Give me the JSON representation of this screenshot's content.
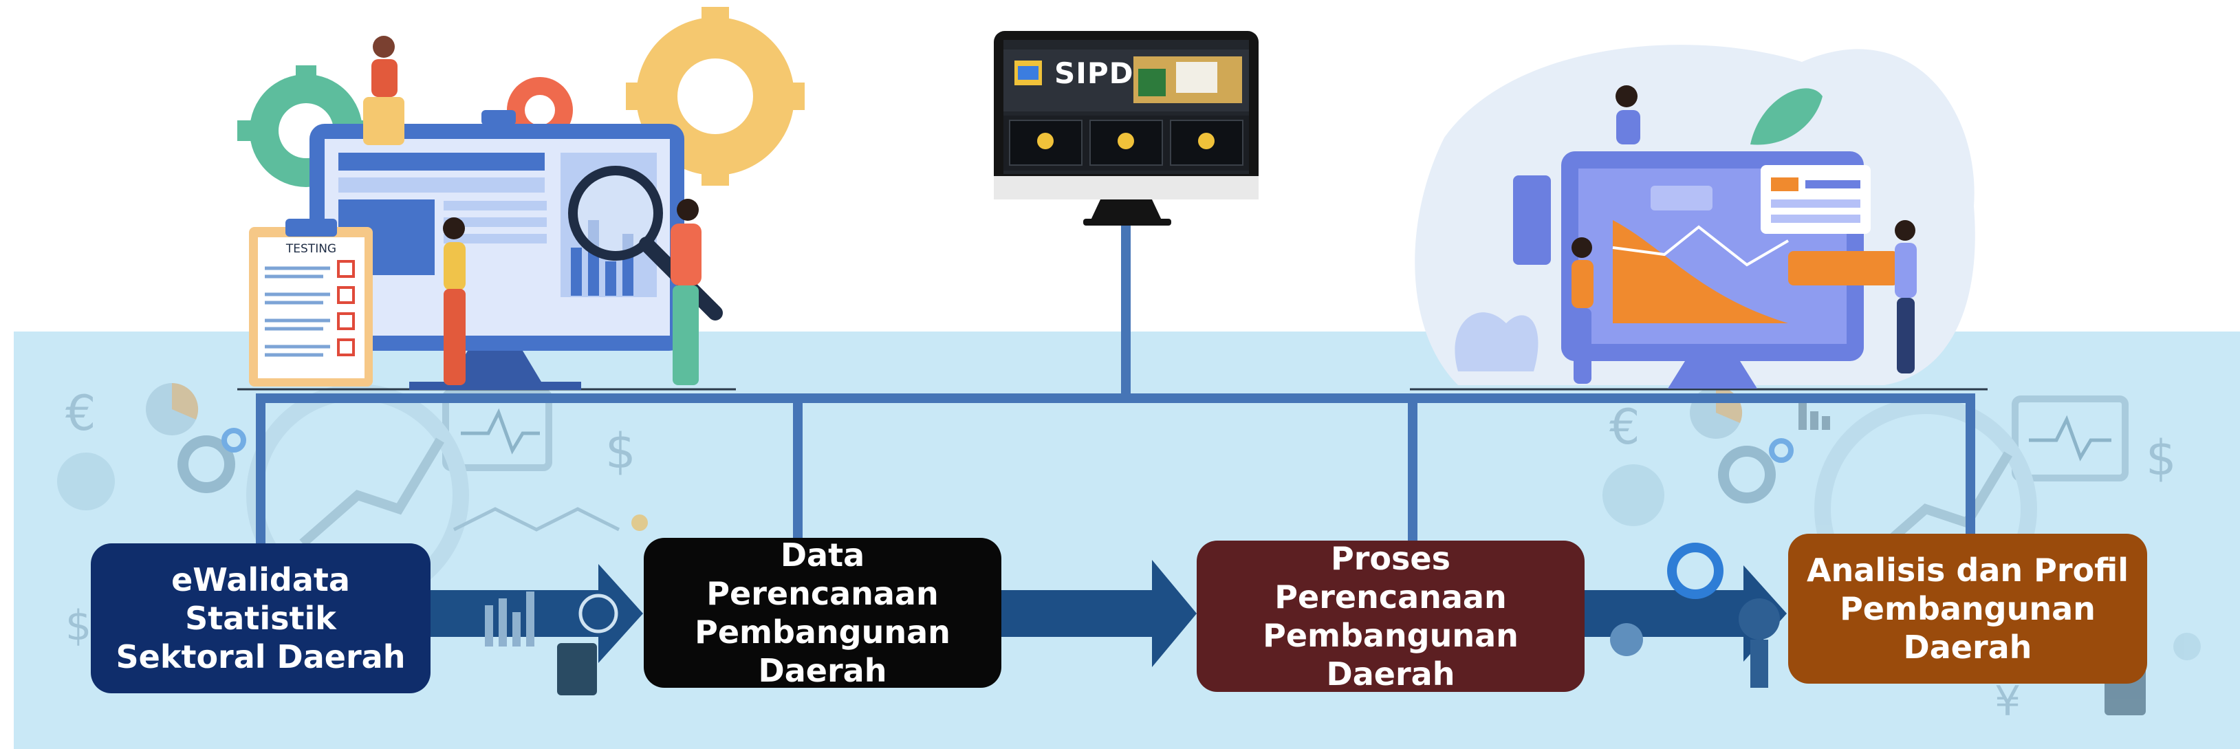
{
  "stages": [
    {
      "id": "ewalidata",
      "lines": [
        "eWalidata Statistik",
        "Sektoral Daerah"
      ],
      "color": "#0f2d6b"
    },
    {
      "id": "data-perencanaan",
      "lines": [
        "Data Perencanaan",
        "Pembangunan",
        "Daerah"
      ],
      "color": "#080808"
    },
    {
      "id": "proses-perencanaan",
      "lines": [
        "Proses Perencanaan",
        "Pembangunan",
        "Daerah"
      ],
      "color": "#5c1f22"
    },
    {
      "id": "analisis-profil",
      "lines": [
        "Analisis dan Profil",
        "Pembangunan",
        "Daerah"
      ],
      "color": "#9a4b0c"
    }
  ],
  "monitor": {
    "logo_text": "SIPD"
  },
  "clipboard": {
    "title": "TESTING"
  },
  "colors": {
    "band": "#c9e8f6",
    "connector": "#4675b6",
    "arrow": "#1d4f86"
  },
  "icons": [
    "gear-icon",
    "magnifier-icon",
    "euro-icon",
    "dollar-icon",
    "calculator-icon",
    "pie-chart-icon",
    "bar-chart-icon",
    "person-icon",
    "monitor-icon",
    "clock-icon"
  ]
}
